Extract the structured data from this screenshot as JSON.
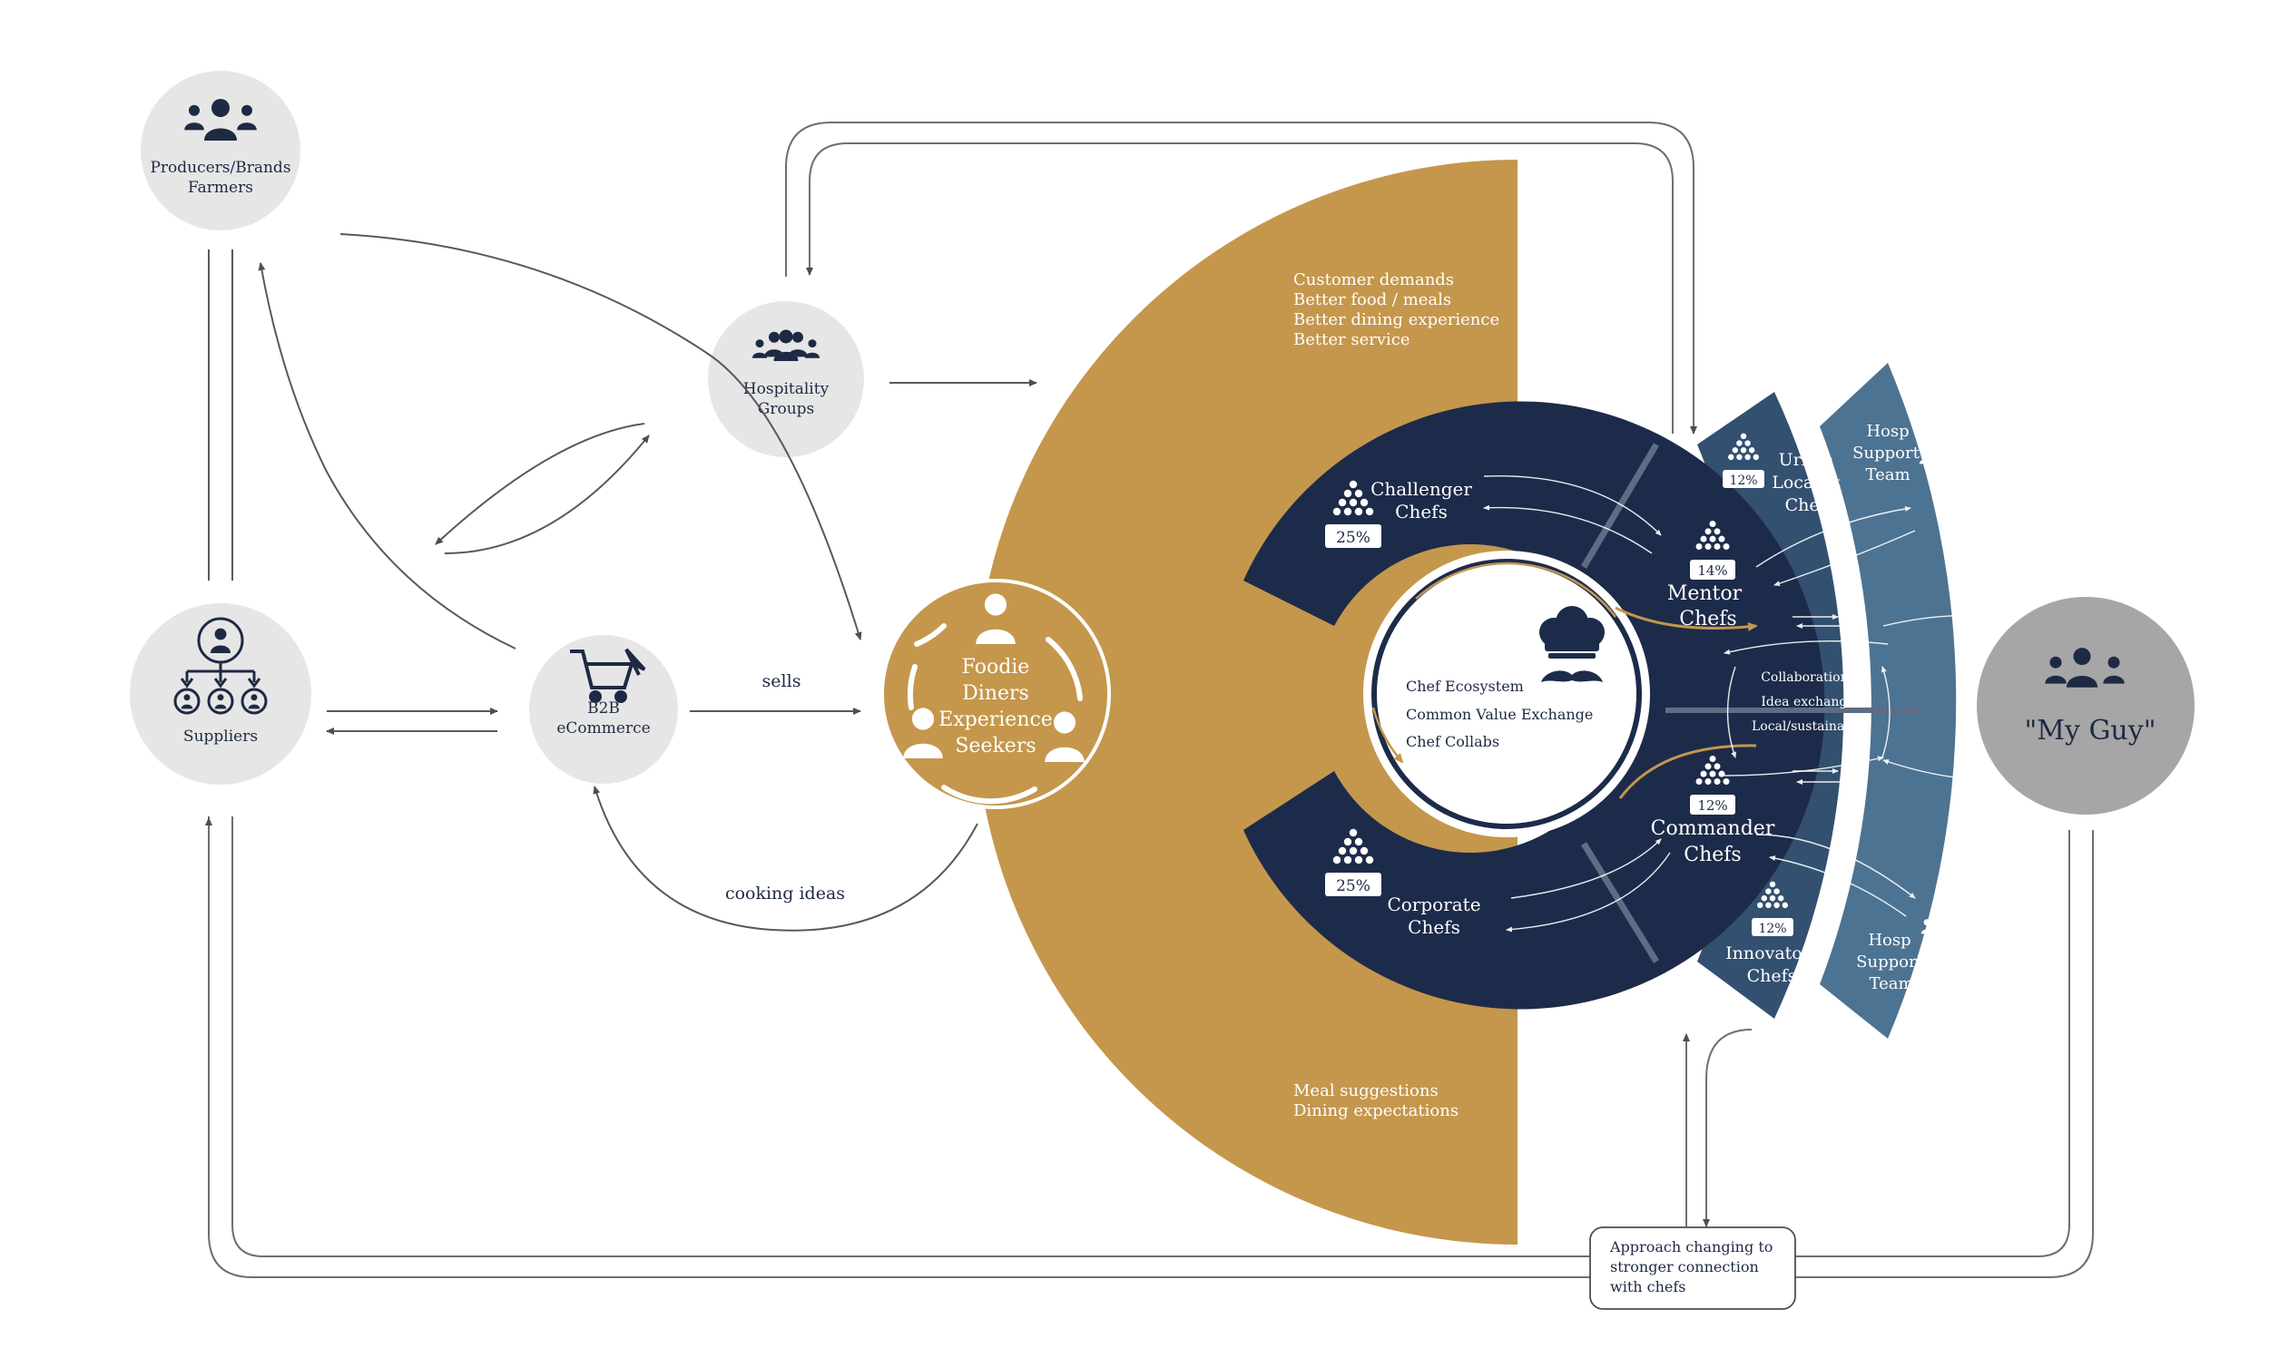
{
  "colors": {
    "navy": "#1d2b4a",
    "gold": "#c4974c",
    "steel_dark": "#335070",
    "steel_light": "#4d7392",
    "node_grey": "#e6e6e6",
    "guy_grey": "#a6a6a6",
    "icon_navy": "#1e2a44"
  },
  "nodes": {
    "producers": {
      "line1": "Producers/Brands",
      "line2": "Farmers",
      "icon": "group-icon"
    },
    "hospitality": {
      "line1": "Hospitality",
      "line2": "Groups",
      "icon": "team-icon"
    },
    "suppliers": {
      "label": "Suppliers",
      "icon": "org-chart-icon"
    },
    "b2b": {
      "line1": "B2B",
      "line2": "eCommerce",
      "icon": "shopping-cart-icon"
    },
    "foodie": {
      "line1": "Foodie",
      "line2": "Diners",
      "line3": "Experience",
      "line4": "Seekers",
      "icon": "people-cycle-icon"
    },
    "my_guy": {
      "label": "\"My Guy\"",
      "icon": "group-icon"
    }
  },
  "edges": {
    "sells": "sells",
    "cooking_ideas": "cooking ideas"
  },
  "gold_panel": {
    "top_lines": [
      "Customer demands",
      "Better food / meals",
      "Better dining experience",
      "Better service"
    ],
    "bottom_lines": [
      "Meal suggestions",
      "Dining expectations"
    ]
  },
  "ecosystem": {
    "center_lines": [
      "Chef Ecosystem",
      "Common Value Exchange",
      "Chef Collabs"
    ],
    "center_icon": "chef-hat-mustache-icon",
    "segments": {
      "challenger": {
        "line1": "Challenger",
        "line2": "Chefs",
        "pct": "25%"
      },
      "corporate": {
        "line1": "Corporate",
        "line2": "Chefs",
        "pct": "25%"
      },
      "mentor": {
        "line1": "Mentor",
        "line2": "Chefs",
        "pct": "14%"
      },
      "commander": {
        "line1": "Commander",
        "line2": "Chefs",
        "pct": "12%"
      },
      "urban": {
        "line1": "Urban",
        "line2": "Localist",
        "line3": "Chefs",
        "pct": "12%"
      },
      "innovator": {
        "line1": "Innovator",
        "line2": "Chefs",
        "pct": "12%"
      }
    },
    "exchange_lines": [
      "Collaborations",
      "Idea exchange",
      "Local/sustainable"
    ]
  },
  "support": {
    "top": {
      "line1": "Hosp",
      "line2": "Support",
      "line3": "Team"
    },
    "bottom": {
      "line1": "Hosp",
      "line2": "Support",
      "line3": "Team"
    }
  },
  "callout": {
    "line1": "Approach changing to",
    "line2": "stronger connection",
    "line3": "with chefs"
  }
}
